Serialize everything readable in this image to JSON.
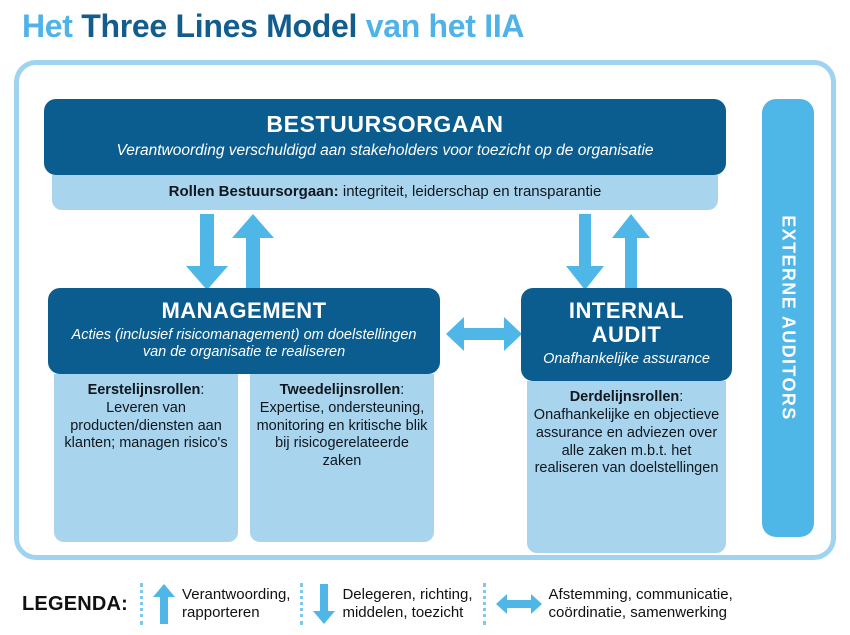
{
  "title": {
    "part1": "Het ",
    "part2": "Three Lines Model",
    "part3": " van het IIA"
  },
  "colors": {
    "dark_blue": "#0B5D8F",
    "light_blue": "#A8D4EE",
    "accent_blue": "#4FB7E8",
    "frame_blue": "#9FD3F0"
  },
  "governing_body": {
    "title": "BESTUURSORGAAN",
    "subtitle": "Verantwoording verschuldigd aan stakeholders voor toezicht op de organisatie",
    "roles_label": "Rollen Bestuursorgaan:",
    "roles_text": " integriteit, leiderschap en transparantie"
  },
  "management": {
    "title": "MANAGEMENT",
    "subtitle": "Acties (inclusief risicomanagement) om doelstellingen van de organisatie te realiseren",
    "first_line": {
      "label": "Eerstelijnsrollen",
      "text": ":\nLeveren van producten/diensten aan klanten; managen risico's"
    },
    "second_line": {
      "label": "Tweedelijnsrollen",
      "text": ":\nExpertise, ondersteuning, monitoring en kritische blik bij risicogerelateerde zaken"
    }
  },
  "internal_audit": {
    "title": "INTERNAL AUDIT",
    "subtitle": "Onafhankelijke assurance",
    "third_line": {
      "label": "Derdelijnsrollen",
      "text": ":\nOnafhankelijke en objectieve assurance en adviezen over alle zaken m.b.t. het realiseren van doelstellingen"
    }
  },
  "external_auditors": {
    "label": "EXTERNE AUDITORS"
  },
  "legend": {
    "title": "LEGENDA:",
    "items": [
      {
        "icon": "arrow-up-icon",
        "line1": "Verantwoording,",
        "line2": "rapporteren"
      },
      {
        "icon": "arrow-down-icon",
        "line1": "Delegeren, richting,",
        "line2": "middelen, toezicht"
      },
      {
        "icon": "arrow-left-right-icon",
        "line1": "Afstemming, communicatie,",
        "line2": "coördinatie, samenwerking"
      }
    ]
  }
}
